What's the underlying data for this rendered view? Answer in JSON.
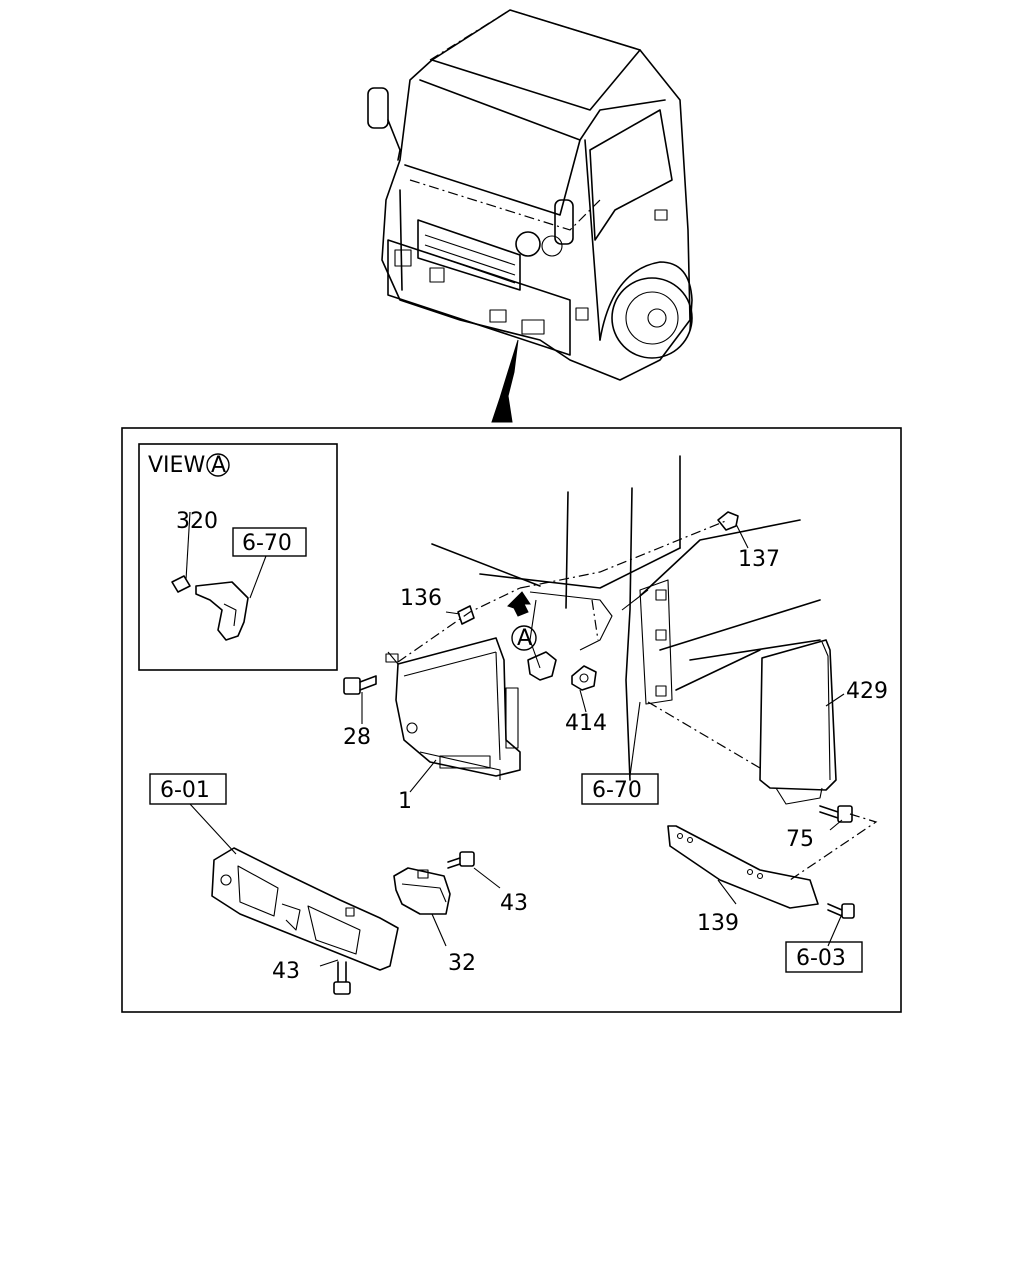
{
  "view_box": {
    "title": "VIEW",
    "marker": "A"
  },
  "callouts": [
    {
      "id": "320",
      "text": "320"
    },
    {
      "id": "136",
      "text": "136"
    },
    {
      "id": "137",
      "text": "137"
    },
    {
      "id": "28",
      "text": "28"
    },
    {
      "id": "414",
      "text": "414"
    },
    {
      "id": "429",
      "text": "429"
    },
    {
      "id": "1",
      "text": "1"
    },
    {
      "id": "75",
      "text": "75"
    },
    {
      "id": "43a",
      "text": "43"
    },
    {
      "id": "139",
      "text": "139"
    },
    {
      "id": "32",
      "text": "32"
    },
    {
      "id": "43b",
      "text": "43"
    }
  ],
  "references": [
    {
      "id": "ref-670-view",
      "text": "6-70"
    },
    {
      "id": "ref-601",
      "text": "6-01"
    },
    {
      "id": "ref-670-main",
      "text": "6-70"
    },
    {
      "id": "ref-603",
      "text": "6-03"
    }
  ],
  "marker_a": "A"
}
